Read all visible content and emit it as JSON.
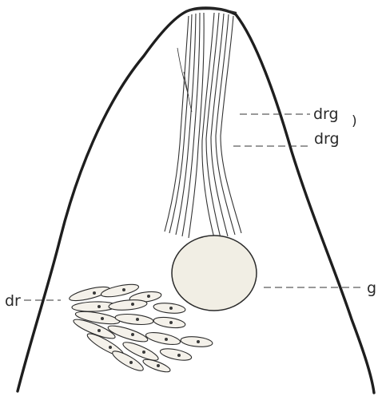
{
  "labels": {
    "drg_upper": "drg",
    "drg_bracket": ")",
    "drg_lower": "drg",
    "g": "g",
    "dr": "dr"
  },
  "colors": {
    "ink": "#2a2a2a",
    "paper": "#ffffff",
    "nucleus_fill": "#f1eee4",
    "cell_fill": "#f4f1ea"
  }
}
